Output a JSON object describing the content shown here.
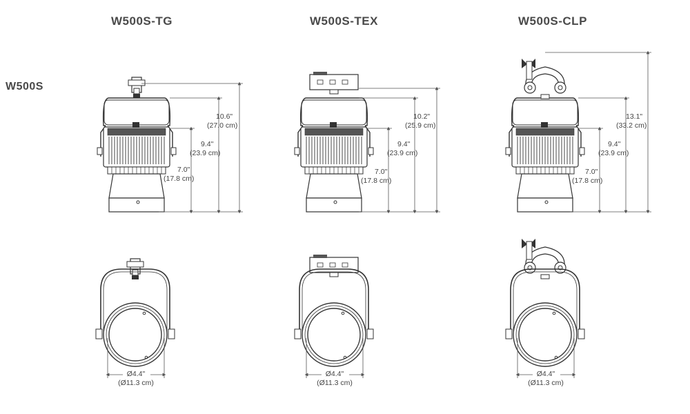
{
  "headers": {
    "tg": "W500S-TG",
    "tex": "W500S-TEX",
    "clp": "W500S-CLP"
  },
  "row_label": "W500S",
  "dims": {
    "tg": {
      "total_in": "10.6\"",
      "total_cm": "(27.0 cm)",
      "body_in": "9.4\"",
      "body_cm": "(23.9 cm)",
      "pivot_in": "7.0\"",
      "pivot_cm": "(17.8 cm)",
      "dia_in": "Ø4.4\"",
      "dia_cm": "(Ø11.3 cm)"
    },
    "tex": {
      "total_in": "10.2\"",
      "total_cm": "(25.9 cm)",
      "body_in": "9.4\"",
      "body_cm": "(23.9 cm)",
      "pivot_in": "7.0\"",
      "pivot_cm": "(17.8 cm)",
      "dia_in": "Ø4.4\"",
      "dia_cm": "(Ø11.3 cm)"
    },
    "clp": {
      "total_in": "13.1\"",
      "total_cm": "(33.2 cm)",
      "body_in": "9.4\"",
      "body_cm": "(23.9 cm)",
      "pivot_in": "7.0\"",
      "pivot_cm": "(17.8 cm)",
      "dia_in": "Ø4.4\"",
      "dia_cm": "(Ø11.3 cm)"
    }
  },
  "colors": {
    "line": "#3a3a3a",
    "dim_line": "#555555",
    "text": "#444444"
  }
}
